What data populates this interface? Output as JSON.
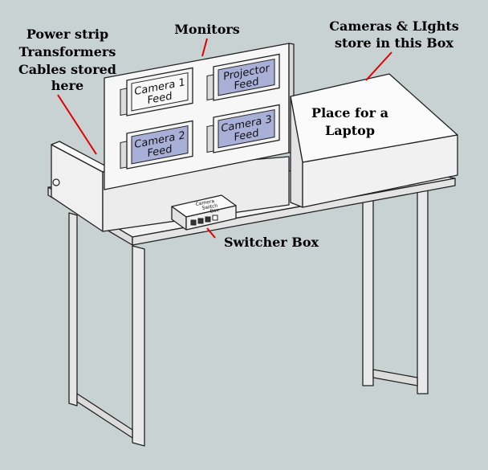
{
  "labels": {
    "power_strip": [
      "Power strip",
      "Transformers",
      "Cables stored",
      "here"
    ],
    "monitors": "Monitors",
    "cameras_box": [
      "Cameras & LIghts",
      "store in this Box"
    ],
    "laptop": [
      "Place for a",
      "Laptop"
    ],
    "switcher": "Switcher Box"
  },
  "monitors": [
    {
      "id": "camera1",
      "lines": [
        "Camera 1",
        "Feed"
      ]
    },
    {
      "id": "projector",
      "lines": [
        "Projector",
        "Feed"
      ]
    },
    {
      "id": "camera2",
      "lines": [
        "Camera 2",
        "Feed"
      ]
    },
    {
      "id": "camera3",
      "lines": [
        "Camera 3",
        "Feed"
      ]
    }
  ],
  "switcher_box_text": [
    "Camera",
    "Switch",
    "Box"
  ],
  "colors": {
    "background": "#c8d2d3",
    "surface": "#f2f2f2",
    "screen": "#a9b0d8",
    "leader": "#e00000"
  }
}
